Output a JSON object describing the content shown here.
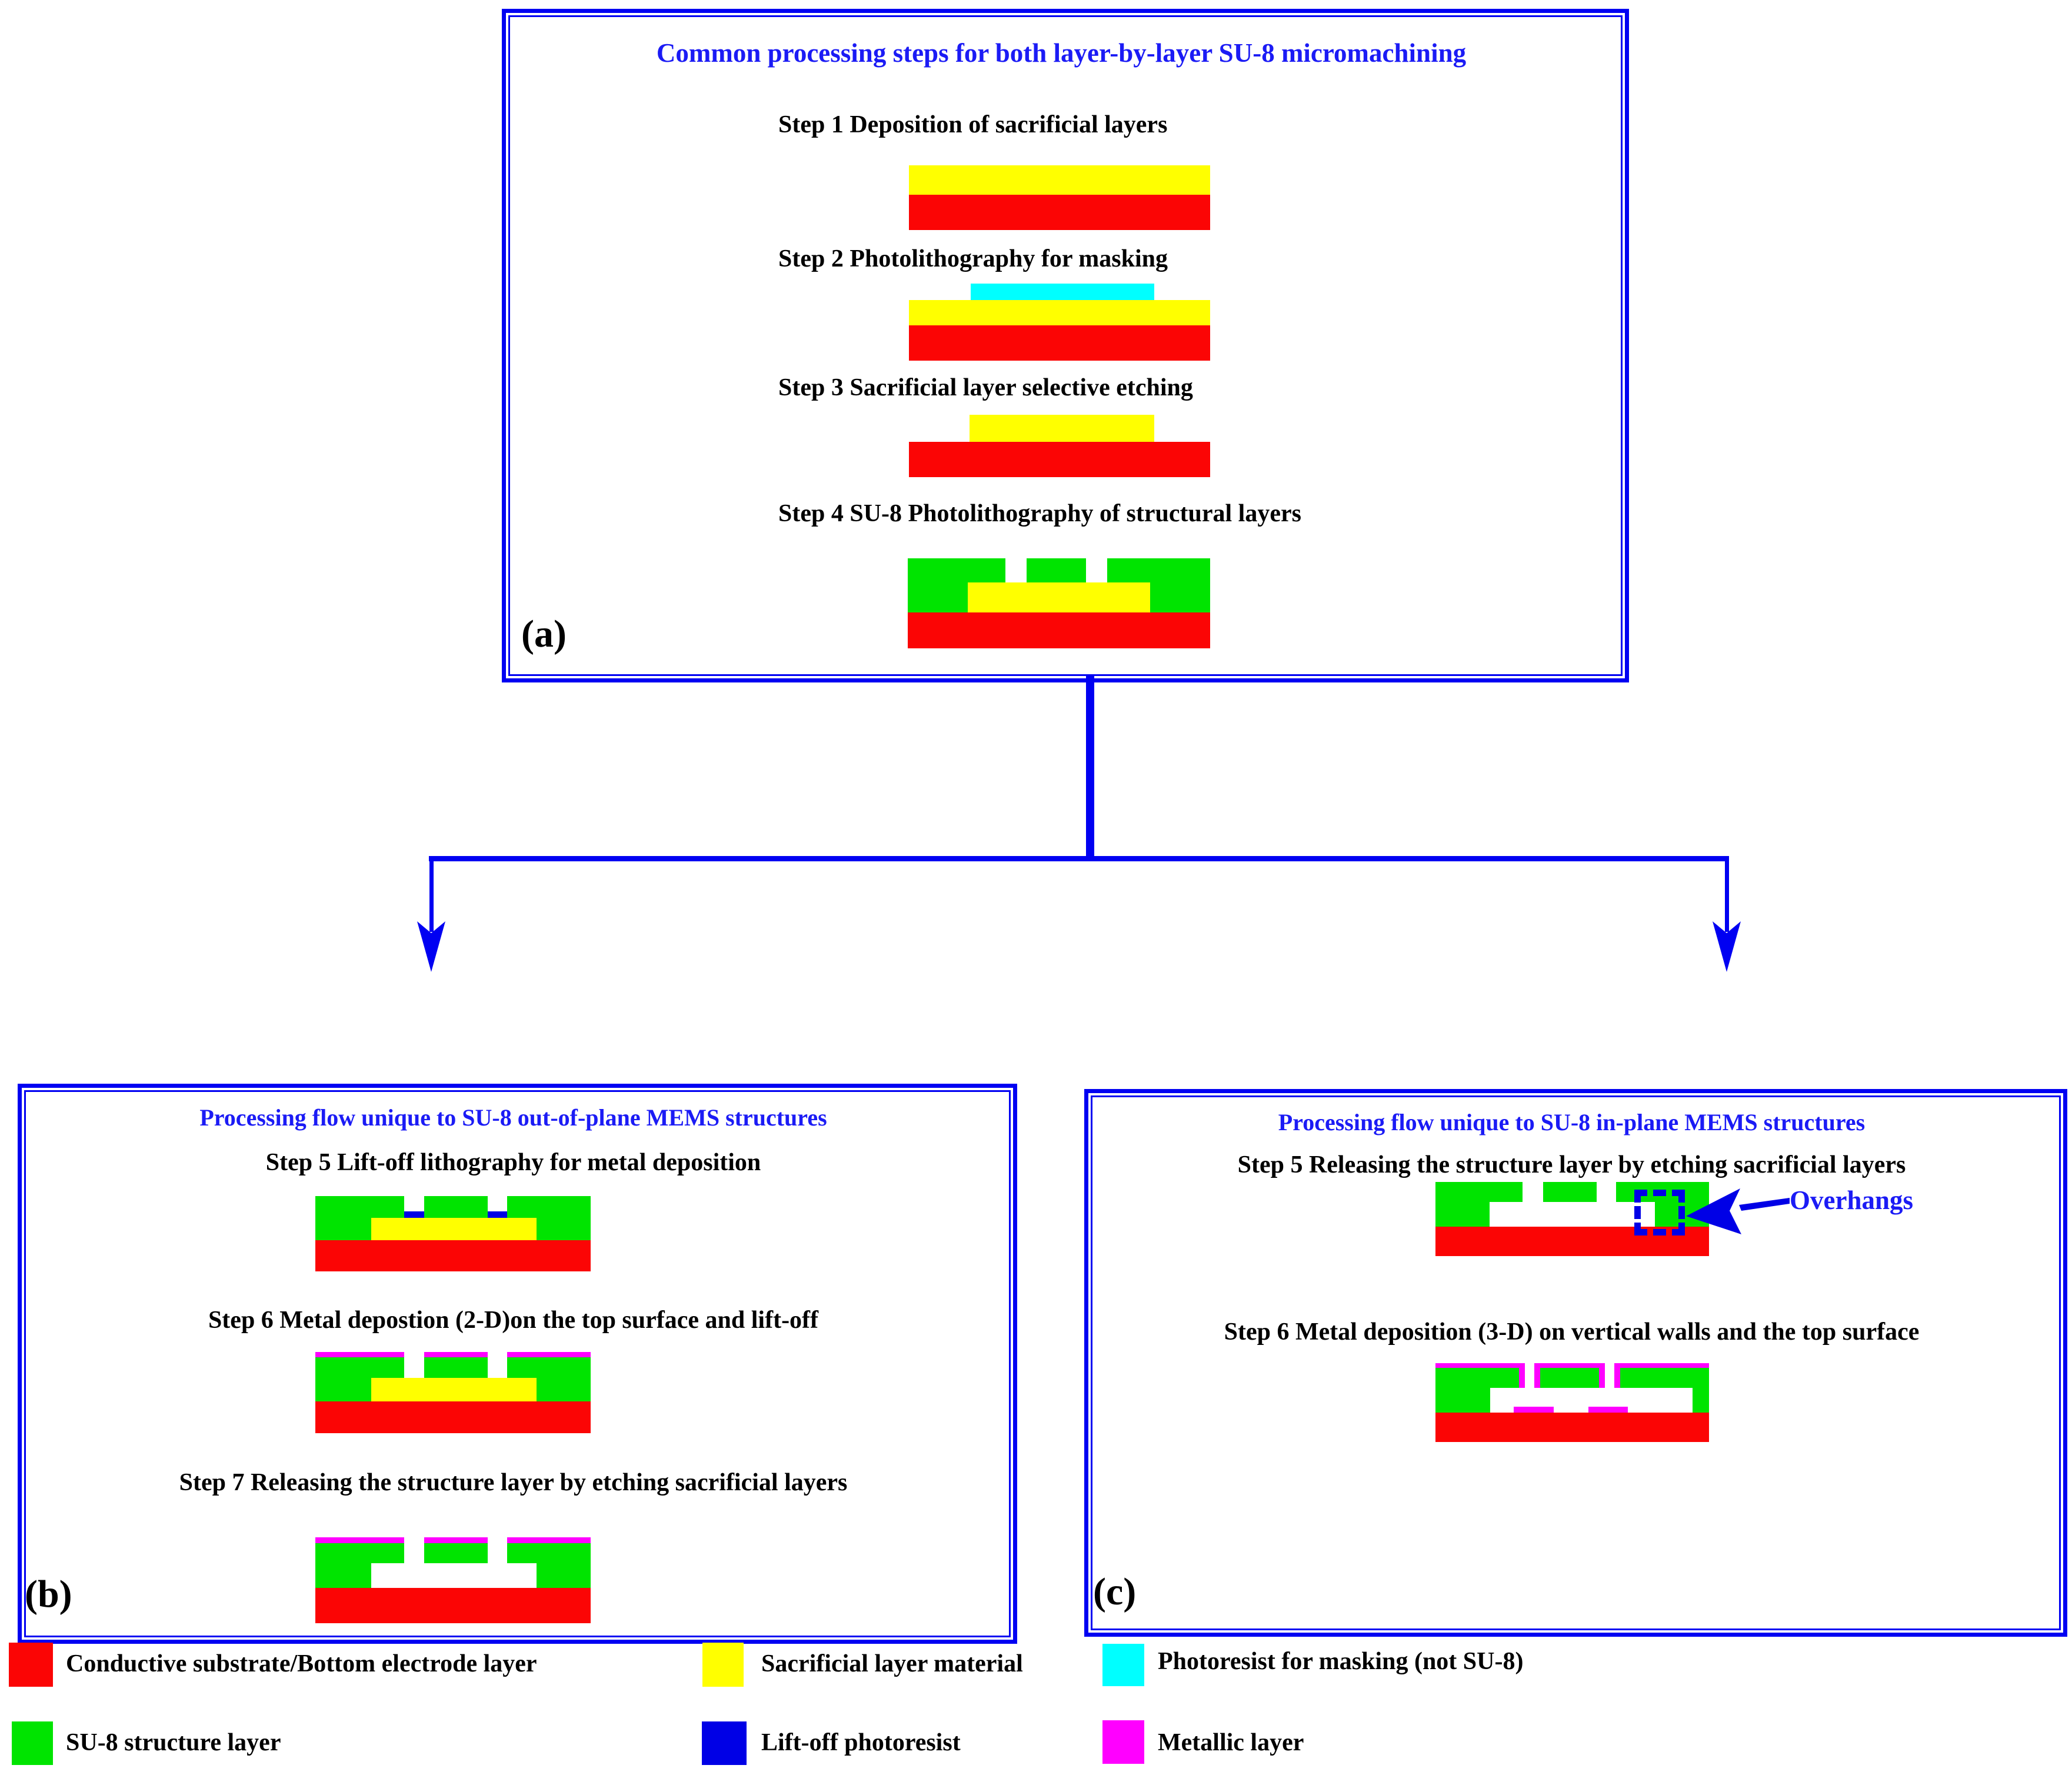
{
  "figure": {
    "panel_a": {
      "tag": "(a)",
      "title": "Common processing steps for both layer-by-layer SU-8 micromachining",
      "steps": [
        "Step 1 Deposition of sacrificial layers",
        "Step 2 Photolithography for masking",
        "Step 3 Sacrificial layer selective etching",
        "Step 4 SU-8 Photolithography of structural layers"
      ]
    },
    "panel_b": {
      "tag": "(b)",
      "title": "Processing flow unique to SU-8 out-of-plane MEMS structures",
      "steps": [
        "Step 5 Lift-off lithography for metal deposition",
        "Step 6 Metal depostion (2-D)on the top surface and lift-off",
        "Step 7 Releasing the structure layer by etching sacrificial layers"
      ]
    },
    "panel_c": {
      "tag": "(c)",
      "title": "Processing flow unique to SU-8 in-plane MEMS structures",
      "steps": [
        "Step 5 Releasing the structure layer by etching sacrificial layers",
        "Step 6 Metal deposition (3-D) on vertical walls and the top surface"
      ],
      "annotation": "Overhangs"
    },
    "legend": [
      {
        "color": "#FB0505",
        "label": "Conductive substrate/Bottom electrode layer"
      },
      {
        "color": "#FFFF00",
        "label": "Sacrificial layer material"
      },
      {
        "color": "#00FFFF",
        "label": "Photoresist for masking (not SU-8)"
      },
      {
        "color": "#00E400",
        "label": "SU-8 structure layer"
      },
      {
        "color": "#0000E6",
        "label": "Lift-off photoresist"
      },
      {
        "color": "#FF00FF",
        "label": "Metallic layer"
      }
    ]
  }
}
